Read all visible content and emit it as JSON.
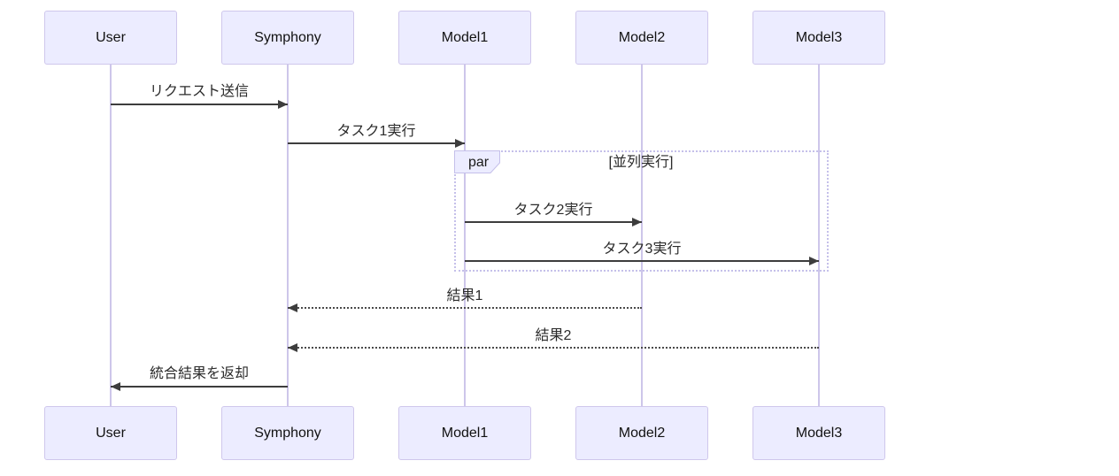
{
  "diagram": {
    "type": "sequence-diagram",
    "participants": [
      {
        "label": "User"
      },
      {
        "label": "Symphony"
      },
      {
        "label": "Model1"
      },
      {
        "label": "Model2"
      },
      {
        "label": "Model3"
      }
    ],
    "messages": [
      {
        "from": "User",
        "to": "Symphony",
        "label": "リクエスト送信",
        "line": "solid"
      },
      {
        "from": "Symphony",
        "to": "Model1",
        "label": "タスク1実行",
        "line": "solid"
      },
      {
        "from": "Model1",
        "to": "Model2",
        "label": "タスク2実行",
        "line": "solid"
      },
      {
        "from": "Model1",
        "to": "Model3",
        "label": "タスク3実行",
        "line": "solid"
      },
      {
        "from": "Model2",
        "to": "Symphony",
        "label": "結果1",
        "line": "dotted"
      },
      {
        "from": "Model3",
        "to": "Symphony",
        "label": "結果2",
        "line": "dotted"
      },
      {
        "from": "Symphony",
        "to": "User",
        "label": "統合結果を返却",
        "line": "solid"
      }
    ],
    "par_block": {
      "keyword": "par",
      "condition": "[並列実行]"
    },
    "colors": {
      "actor_fill": "#ECECFF",
      "actor_border": "#CFC7EC",
      "lifeline": "#CDC6EA",
      "arrow": "#3d3d3d",
      "par_border": "#C5C0EA",
      "text": "#1f1f1f",
      "background": "#ffffff"
    }
  }
}
